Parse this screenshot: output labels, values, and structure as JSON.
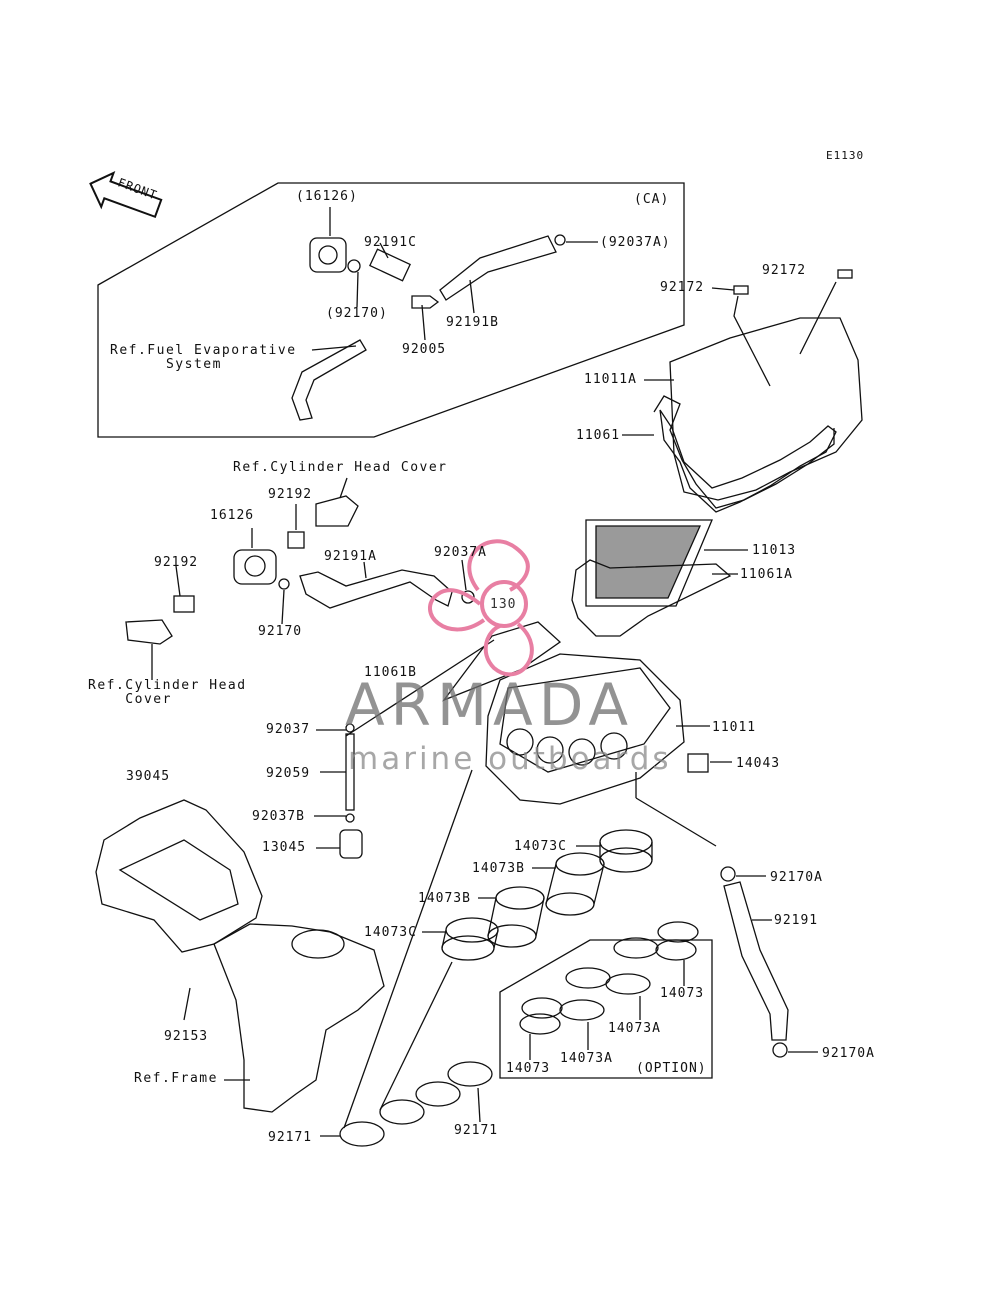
{
  "diagram_code": "E1130",
  "box_tag": "(CA)",
  "option_tag": "(OPTION)",
  "front_label": "FRONT",
  "refs": {
    "fuel_evap": "Ref.Fuel Evaporative\n      System",
    "cyl_head_top": "Ref.Cylinder Head Cover",
    "cyl_head_left": "Ref.Cylinder Head\n    Cover",
    "frame": "Ref.Frame"
  },
  "watermark": {
    "brand": "ARMADA",
    "tagline": "marine outboards",
    "logo_number": "130",
    "logo_color": "#e87fa3",
    "text_color": "#6f6f6f"
  },
  "parts": {
    "p16126_ca": "(16126)",
    "p92191C": "92191C",
    "p92037A_ca": "(92037A)",
    "p92170_ca": "(92170)",
    "p92191B": "92191B",
    "p92005": "92005",
    "p92172_a": "92172",
    "p92172_b": "92172",
    "p11011A": "11011A",
    "p11061": "11061",
    "p11013": "11013",
    "p11061A": "11061A",
    "p92192_top": "92192",
    "p16126": "16126",
    "p92192_left": "92192",
    "p92191A": "92191A",
    "p92037A": "92037A",
    "p92170": "92170",
    "p11061B": "11061B",
    "p92037": "92037",
    "p11011": "11011",
    "p14043": "14043",
    "p92059": "92059",
    "p39045": "39045",
    "p92037B": "92037B",
    "p13045": "13045",
    "p14073C_a": "14073C",
    "p14073B_a": "14073B",
    "p92170A_a": "92170A",
    "p14073B_b": "14073B",
    "p92191": "92191",
    "p14073C_b": "14073C",
    "p14073_a": "14073",
    "p92153": "92153",
    "p14073A_a": "14073A",
    "p92170A_b": "92170A",
    "p14073_b": "14073",
    "p14073A_b": "14073A",
    "p92171_a": "92171",
    "p92171_b": "92171"
  }
}
